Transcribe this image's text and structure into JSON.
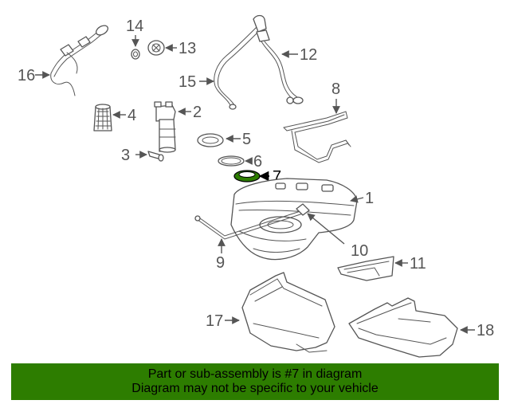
{
  "callouts": [
    "1",
    "2",
    "3",
    "4",
    "5",
    "6",
    "7",
    "8",
    "9",
    "10",
    "11",
    "12",
    "13",
    "14",
    "15",
    "16",
    "17",
    "18"
  ],
  "highlight": {
    "callout": "7",
    "color": "#2d7d00"
  },
  "banner": {
    "line1": "Part or sub-assembly is #7 in diagram",
    "line2": "Diagram may not be specific to your vehicle",
    "color": "#2d7d00"
  }
}
